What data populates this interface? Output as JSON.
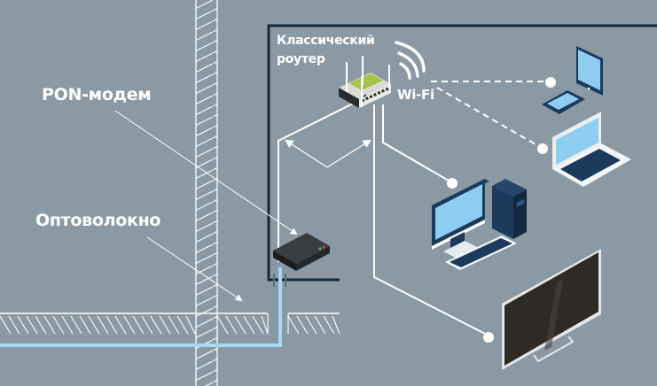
{
  "diagram": {
    "title": "PON network home connection scheme",
    "labels": {
      "pon_modem": "PON-модем",
      "fiber": "Оптоволокно",
      "router_line1": "Классический",
      "router_line2": "роутер",
      "wifi": "Wi-Fi"
    },
    "devices": [
      {
        "id": "pon-modem",
        "type": "modem"
      },
      {
        "id": "router",
        "type": "router",
        "antennas": 4
      },
      {
        "id": "tablet",
        "type": "tablet",
        "connection": "wifi"
      },
      {
        "id": "smartphone",
        "type": "smartphone",
        "connection": "wifi"
      },
      {
        "id": "laptop",
        "type": "laptop",
        "connection": "wifi"
      },
      {
        "id": "desktop-pc",
        "type": "desktop",
        "connection": "wired"
      },
      {
        "id": "tv",
        "type": "tv",
        "connection": "wired"
      }
    ],
    "colors": {
      "background": "#8a99a4",
      "line": "#ffffff",
      "fiber": "#a8d8f0",
      "wall": "#13293d",
      "device_dark": "#1b3a5c",
      "screen": "#8fcdf0",
      "modem": "#25282b",
      "tv_screen": "#2e2a26"
    }
  }
}
